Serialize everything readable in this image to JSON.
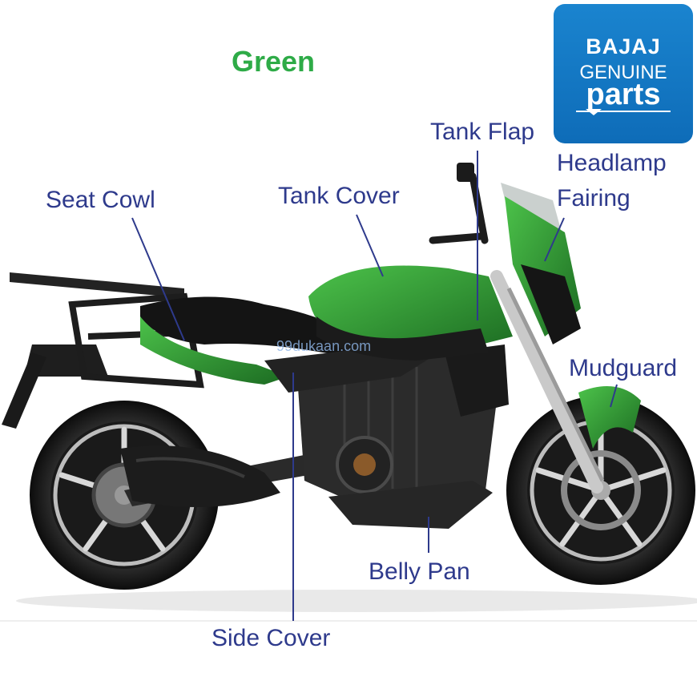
{
  "title": "Green",
  "logo": {
    "brand": "BAJAJ",
    "line1": "GENUINE",
    "line2": "parts"
  },
  "watermark": "99dukaan.com",
  "labels": {
    "tank_flap": "Tank Flap",
    "headlamp_fairing_1": "Headlamp",
    "headlamp_fairing_2": "Fairing",
    "seat_cowl": "Seat Cowl",
    "tank_cover": "Tank Cover",
    "mudguard": "Mudguard",
    "belly_pan": "Belly Pan",
    "side_cover": "Side Cover"
  },
  "colors": {
    "title_green": "#2eab47",
    "label_blue": "#2e3a8c",
    "body_green": "#2c8a2c",
    "logo_blue": "#1878c6"
  }
}
